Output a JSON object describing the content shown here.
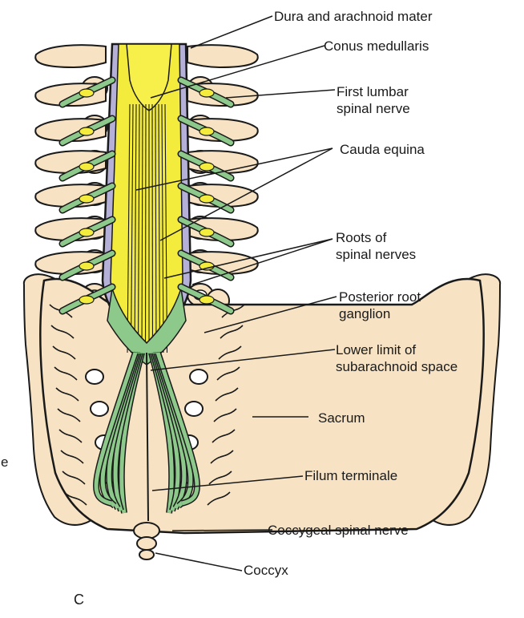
{
  "labels": {
    "dura": "Dura and arachnoid mater",
    "conus": "Conus medullaris",
    "lumbar": [
      "First lumbar",
      "spinal nerve"
    ],
    "cauda": "Cauda equina",
    "roots": [
      "Roots of",
      "spinal nerves"
    ],
    "ganglion": [
      "Posterior root",
      "ganglion"
    ],
    "lower": [
      "Lower limit of",
      "subarachnoid space"
    ],
    "sacrum": "Sacrum",
    "filum": "Filum terminale",
    "coccygeal": "Coccygeal spinal nerve",
    "coccyx": "Coccyx",
    "panel": "C",
    "edge": "e"
  },
  "colors": {
    "bone": "#f7e3c3",
    "cord": "#f4ec3c",
    "nerve": "#8cc98a",
    "lavender": "#b4b0d8",
    "outline": "#1a1a1a"
  }
}
